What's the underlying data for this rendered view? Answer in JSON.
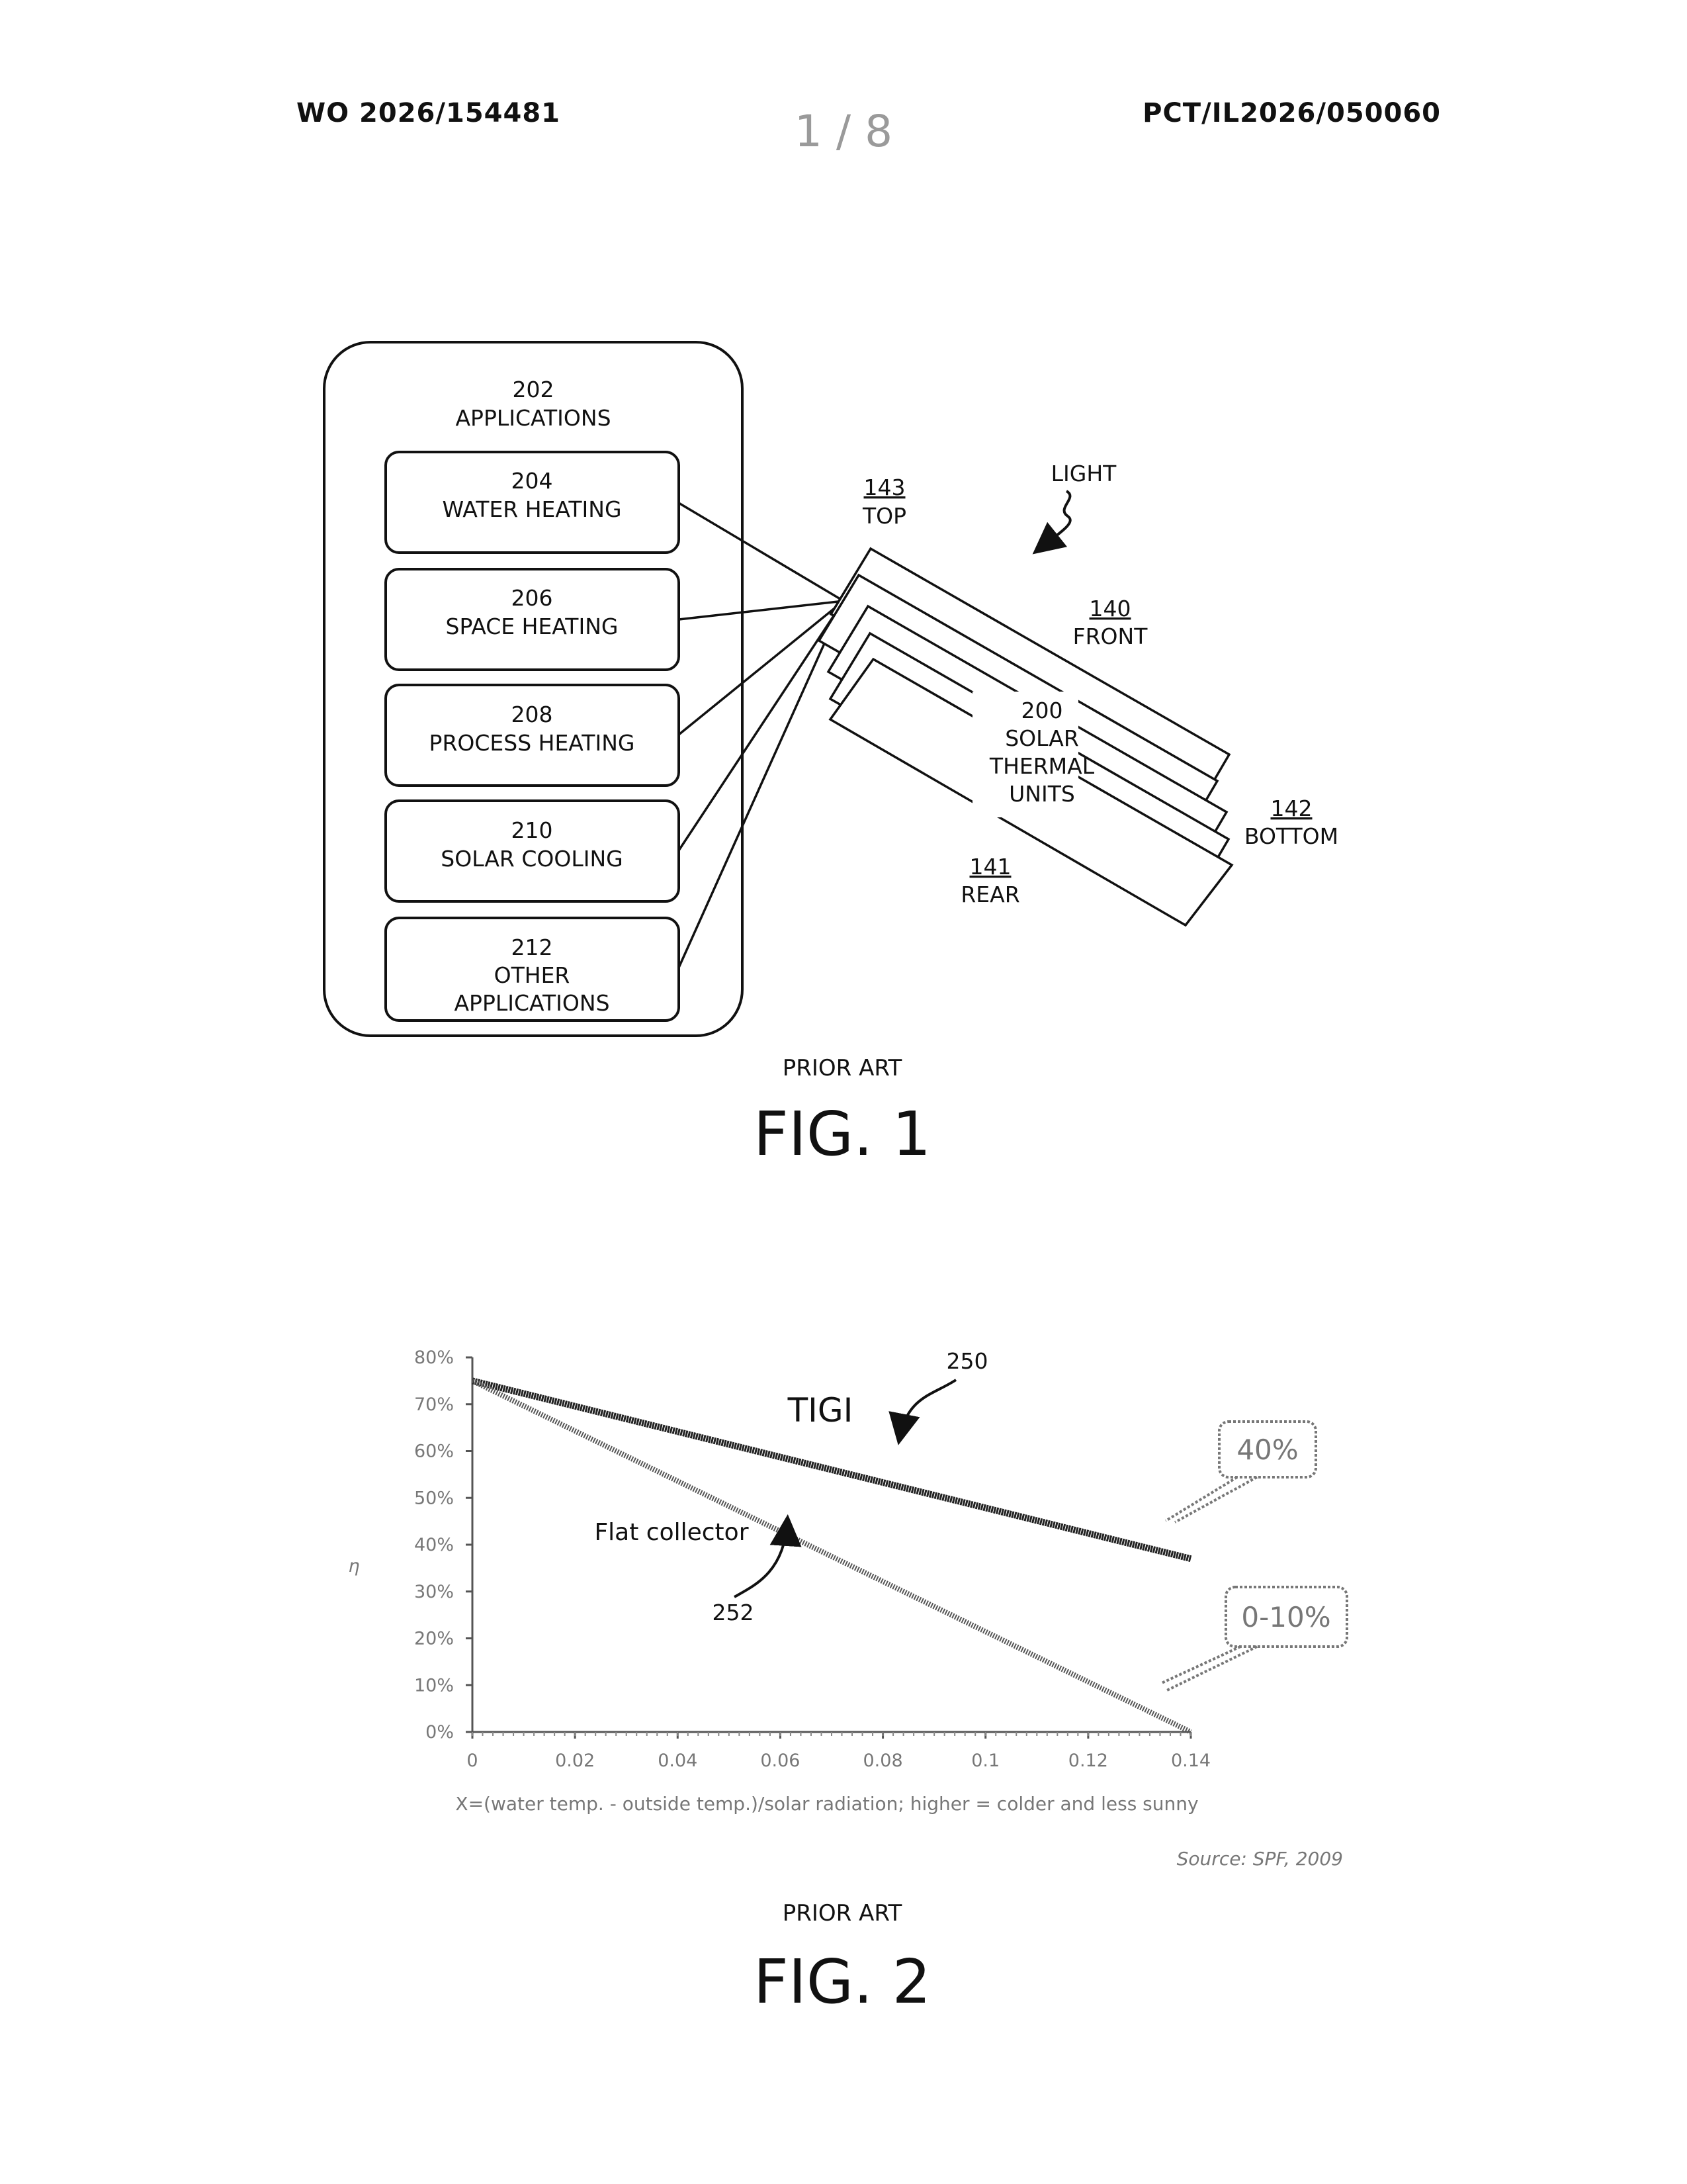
{
  "header": {
    "left": "WO 2026/154481",
    "page": "1 / 8",
    "right": "PCT/IL2026/050060"
  },
  "fig1": {
    "container": {
      "number": "202",
      "label": "APPLICATIONS"
    },
    "boxes": [
      {
        "number": "204",
        "lines": [
          "WATER HEATING"
        ]
      },
      {
        "number": "206",
        "lines": [
          "SPACE HEATING"
        ]
      },
      {
        "number": "208",
        "lines": [
          "PROCESS HEATING"
        ]
      },
      {
        "number": "210",
        "lines": [
          "SOLAR COOLING"
        ]
      },
      {
        "number": "212",
        "lines": [
          "OTHER",
          "APPLICATIONS"
        ]
      }
    ],
    "light": "LIGHT",
    "top_num": "143",
    "top": "TOP",
    "front_num": "140",
    "front": "FRONT",
    "units_num": "200",
    "units": [
      "SOLAR",
      "THERMAL",
      "UNITS"
    ],
    "bottom_num": "142",
    "bottom": "BOTTOM",
    "rear_num": "141",
    "rear": "REAR",
    "prior_art": "PRIOR ART",
    "caption": "FIG. 1"
  },
  "fig2": {
    "prior_art": "PRIOR ART",
    "caption": "FIG. 2",
    "source": "Source: SPF, 2009",
    "chart_data": {
      "type": "line",
      "xlabel": "X=(water temp. - outside temp.)/solar radiation; higher = colder and less sunny",
      "ylabel": "η",
      "xlim": [
        0,
        0.14
      ],
      "ylim": [
        0,
        0.8
      ],
      "x_ticks": [
        "0",
        "0.02",
        "0.04",
        "0.06",
        "0.08",
        "0.1",
        "0.12",
        "0.14"
      ],
      "y_ticks": [
        "0%",
        "10%",
        "20%",
        "30%",
        "40%",
        "50%",
        "60%",
        "70%",
        "80%"
      ],
      "series": [
        {
          "name": "TIGI",
          "ref": "250",
          "x": [
            0,
            0.14
          ],
          "y": [
            0.75,
            0.37
          ]
        },
        {
          "name": "Flat collector",
          "ref": "252",
          "x": [
            0,
            0.14
          ],
          "y": [
            0.75,
            0.0
          ]
        }
      ],
      "callouts": [
        "40%",
        "0-10%"
      ]
    }
  }
}
